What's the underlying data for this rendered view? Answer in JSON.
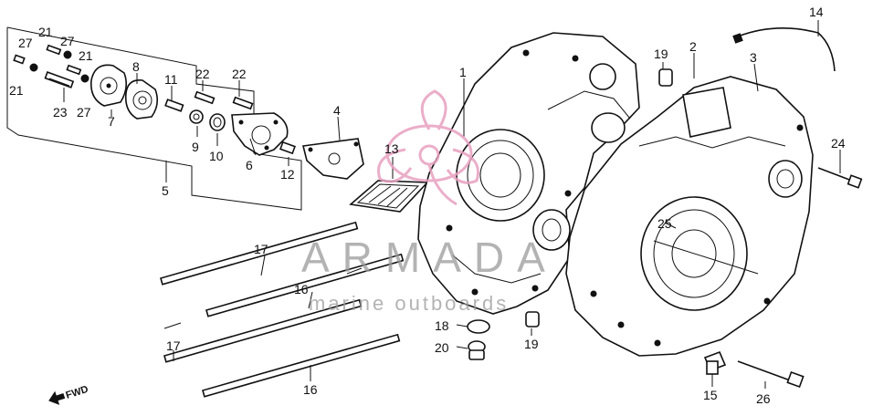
{
  "callouts": {
    "c1": "1",
    "c2": "2",
    "c3": "3",
    "c4": "4",
    "c5": "5",
    "c6": "6",
    "c7": "7",
    "c8": "8",
    "c9": "9",
    "c10": "10",
    "c11": "11",
    "c12": "12",
    "c13": "13",
    "c14": "14",
    "c15": "15",
    "c16a": "16",
    "c16b": "16",
    "c17a": "17",
    "c17b": "17",
    "c18": "18",
    "c19a": "19",
    "c19b": "19",
    "c20": "20",
    "c21a": "21",
    "c21b": "21",
    "c21c": "21",
    "c22a": "22",
    "c22b": "22",
    "c23": "23",
    "c24": "24",
    "c25": "25",
    "c26": "26",
    "c27a": "27",
    "c27b": "27",
    "c27c": "27"
  },
  "direction_marker": {
    "label": "FWD"
  },
  "watermark": {
    "brand": "ARMADA",
    "tagline": "marine outboards",
    "accent_color": "#e8a0c0",
    "text_color": "#9a9a9a"
  }
}
